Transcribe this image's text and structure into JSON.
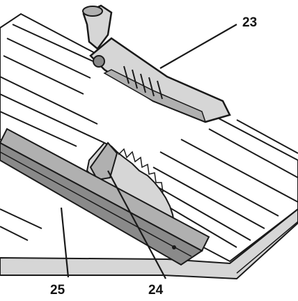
{
  "diagram": {
    "callouts": {
      "guard": "23",
      "blade": "24",
      "fence": "25"
    },
    "colors": {
      "ink": "#1a1a1a",
      "paper": "#ffffff",
      "light_gray": "#d6d6d6",
      "mid_gray": "#b0b0b0",
      "dark_gray": "#8a8a8a"
    }
  }
}
